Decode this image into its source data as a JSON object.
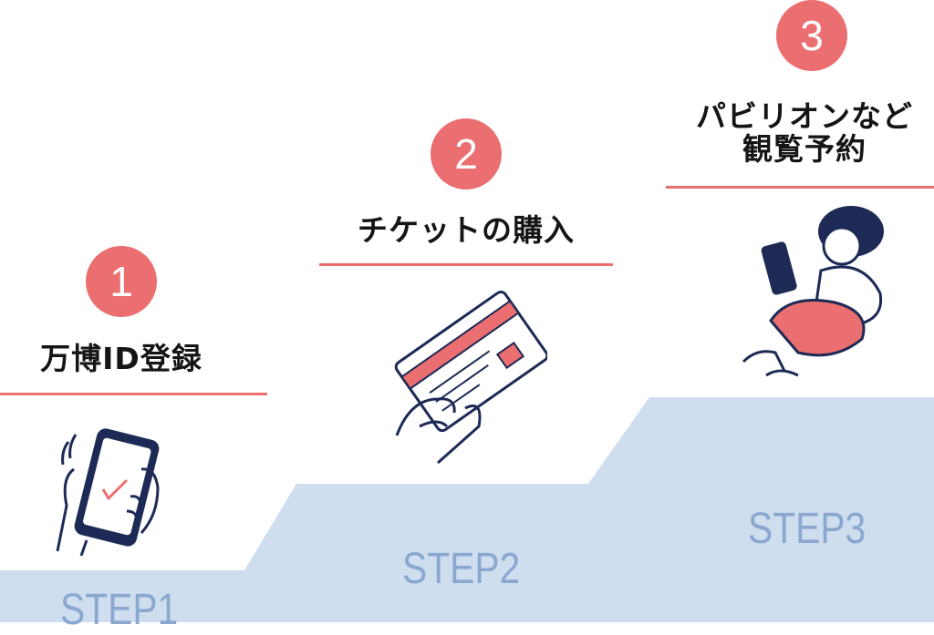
{
  "colors": {
    "accent": "#eb6f71",
    "step_bg": "#cfdeef",
    "step_text": "#8aa7cf",
    "ink": "#1d2a55"
  },
  "steps": [
    {
      "number": "1",
      "title": "万博ID登録",
      "label": "STEP1",
      "illustration": "phone-in-hand-icon"
    },
    {
      "number": "2",
      "title": "チケットの購入",
      "label": "STEP2",
      "illustration": "credit-card-in-hand-icon"
    },
    {
      "number": "3",
      "title_line1": "パビリオンなど",
      "title_line2": "観覧予約",
      "label": "STEP3",
      "illustration": "woman-with-phone-icon"
    }
  ]
}
